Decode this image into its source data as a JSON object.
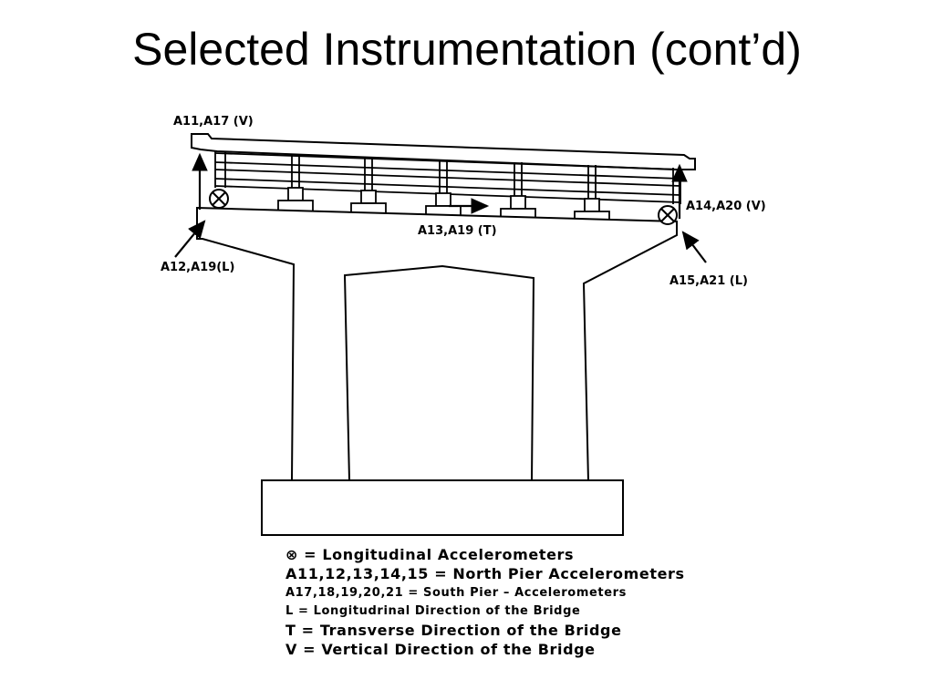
{
  "slide": {
    "title": "Selected Instrumentation (cont’d)"
  },
  "diagram": {
    "labels": {
      "a11_a17": "A11,A17  (V)",
      "a14_a20": "A14,A20  (V)",
      "a13_a19": "A13,A19  (T)",
      "a12_a19": "A12,A19(L)",
      "a15_a21": "A15,A21  (L)"
    }
  },
  "legend": {
    "line1": "⊗ =  Longitudinal  Accelerometers",
    "line2": "A11,12,13,14,15  =  North  Pier   Accelerometers",
    "line3": "A17,18,19,20,21  =  South  Pier  –  Accelerometers",
    "line4": "L  =  Longitudrinal  Direction  of  the  Bridge",
    "line5": "T  =  Transverse  Direction  of  the  Bridge",
    "line6": "V  =  Vertical  Direction  of  the  Bridge"
  }
}
